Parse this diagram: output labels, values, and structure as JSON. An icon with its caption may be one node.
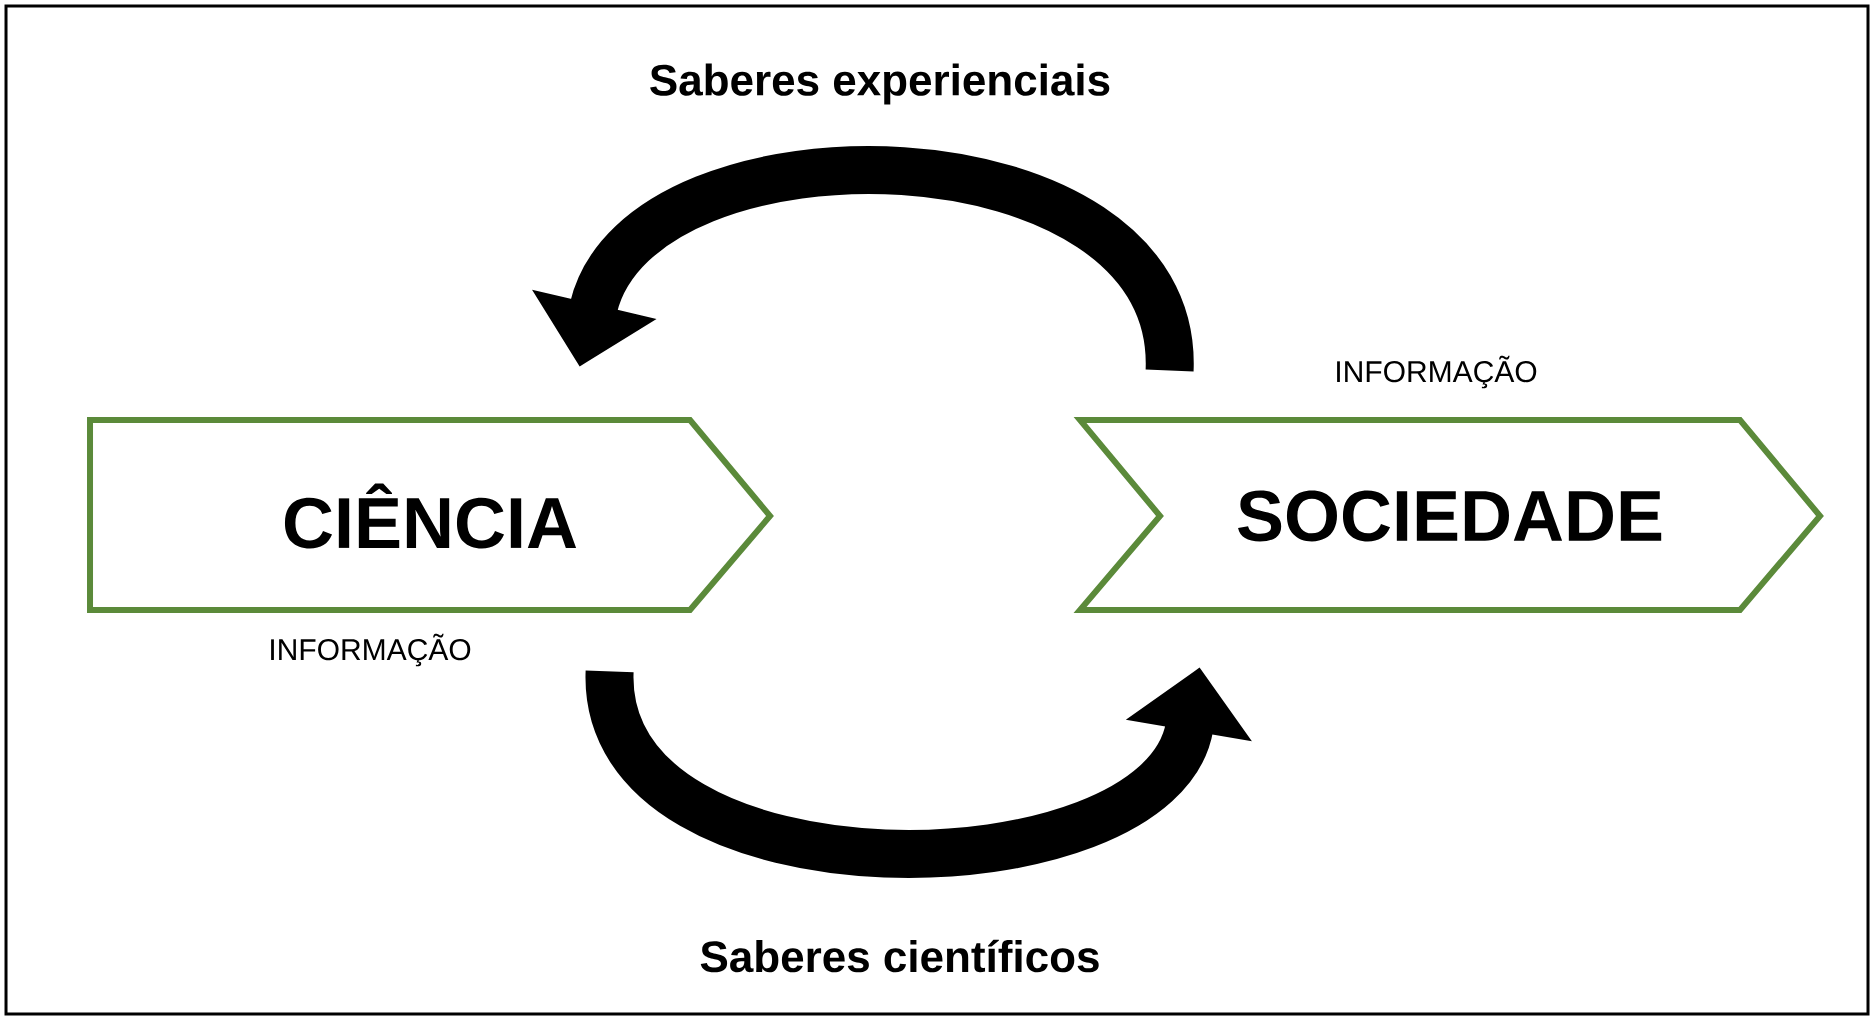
{
  "diagram": {
    "nodes": [
      {
        "text": [
          "CIÊNCIA"
        ],
        "beside": [
          "INFORMAÇÃO"
        ]
      },
      {
        "text": [
          "SOCIEDADE"
        ],
        "beside": [
          "INFORMAÇÃO"
        ]
      }
    ],
    "edges": [
      {
        "from": 1,
        "to": 0,
        "arrow": "to",
        "label": "Saberes experienciais"
      },
      {
        "from": 0,
        "to": 1,
        "arrow": "to",
        "label": "Saberes científicos"
      }
    ]
  }
}
